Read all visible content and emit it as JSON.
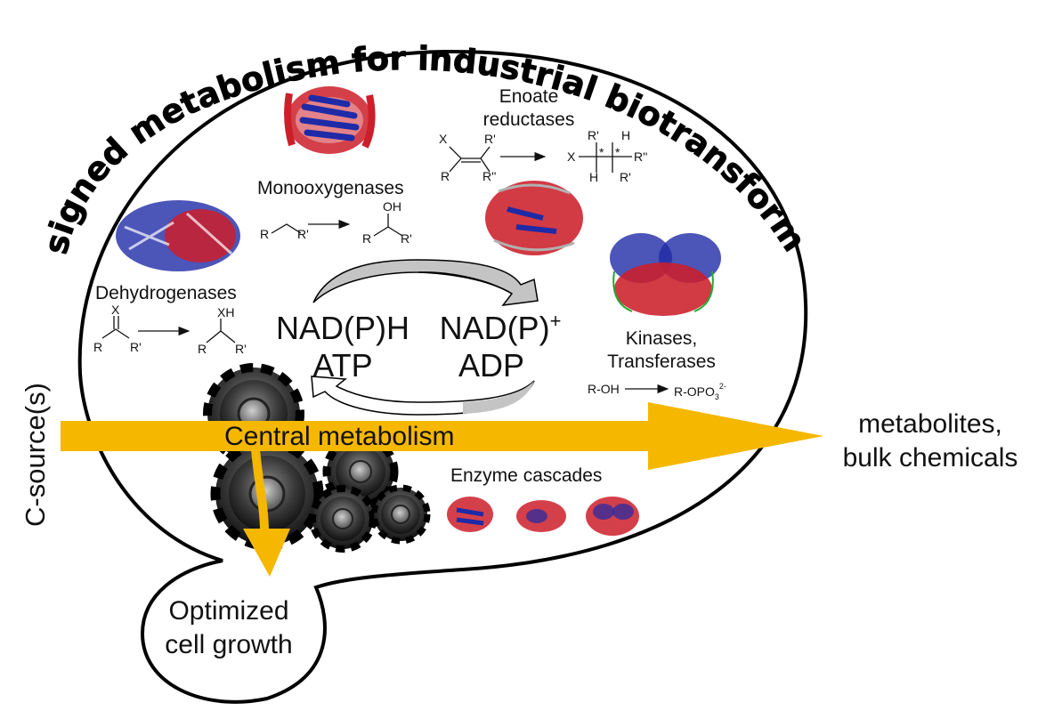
{
  "title": "Redesigned metabolism for industrial biotransformation",
  "enzymes": {
    "monooxygenases": "Monooxygenases",
    "enoate": [
      "Enoate",
      "reductases"
    ],
    "dehydrogenases": "Dehydrogenases",
    "kinases": [
      "Kinases,",
      "Transferases"
    ],
    "cascades": "Enzyme cascades"
  },
  "cofactors": {
    "reduced": "NAD(P)H",
    "atp": "ATP",
    "oxidized": "NAD(P)",
    "oxidized_sup": "+",
    "adp": "ADP"
  },
  "flow": {
    "central": "Central metabolism",
    "input": "C-source(s)",
    "output": [
      "metabolites,",
      "bulk chemicals"
    ],
    "growth": [
      "Optimized",
      "cell growth"
    ]
  },
  "reactions": {
    "mono_sub": [
      "R",
      "R'"
    ],
    "mono_prod": [
      "OH",
      "R",
      "R'"
    ],
    "enoate_sub": [
      "X",
      "R'",
      "R",
      "R''"
    ],
    "enoate_prod": [
      "R'",
      "H",
      "X",
      "*",
      "*",
      "R''",
      "H",
      "R'"
    ],
    "dehydro_sub": [
      "X",
      "R",
      "R'"
    ],
    "dehydro_prod": [
      "XH",
      "R",
      "R'"
    ],
    "kinase_sub": "R-OH",
    "kinase_prod": "R-OPO",
    "kinase_sub3": "3",
    "kinase_sup": "2-"
  },
  "colors": {
    "arrow": "#f5b700",
    "helix": "#cc1f2a",
    "sheet": "#1f2aa6",
    "gear": "#3a3a3a",
    "cycle_fill": "#c4c4c4"
  }
}
